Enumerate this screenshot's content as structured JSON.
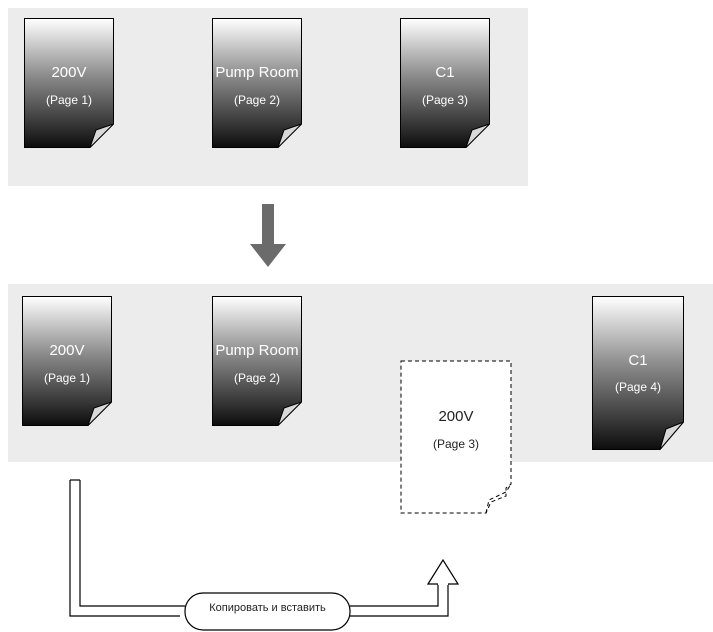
{
  "before": {
    "pages": [
      {
        "name": "200V",
        "page": "(Page 1)"
      },
      {
        "name": "Pump Room",
        "page": "(Page 2)"
      },
      {
        "name": "C1",
        "page": "(Page 3)"
      }
    ]
  },
  "after": {
    "pages": [
      {
        "name": "200V",
        "page": "(Page 1)"
      },
      {
        "name": "Pump Room",
        "page": "(Page 2)"
      },
      {
        "name": "200V",
        "page": "(Page 3)"
      },
      {
        "name": "C1",
        "page": "(Page 4)"
      }
    ]
  },
  "copy_paste_label": "Копировать и вставить",
  "colors": {
    "panel": "#ececec",
    "page_top": "#ffffff",
    "page_bottom": "#111111",
    "arrow": "#6b6b6b"
  }
}
